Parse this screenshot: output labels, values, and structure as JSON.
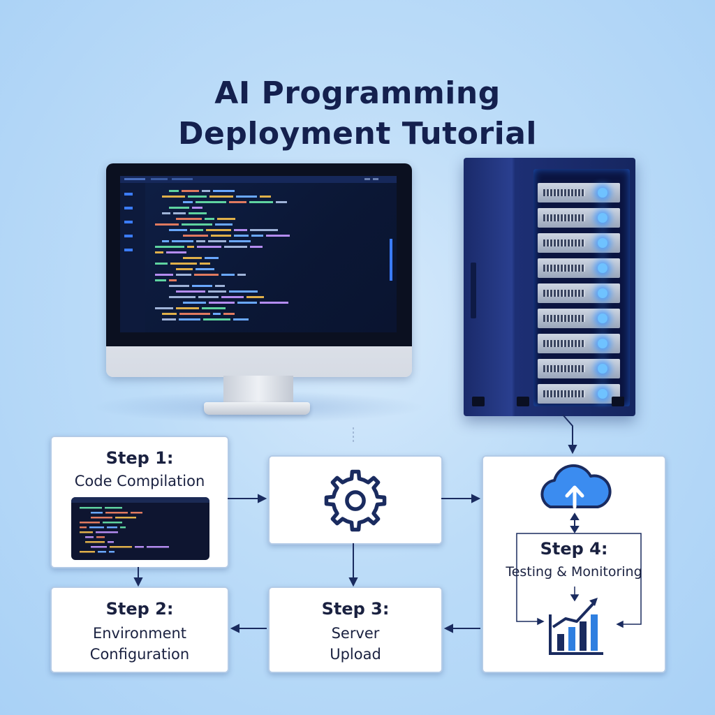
{
  "title": {
    "line1": "AI Programming",
    "line2": "Deployment Tutorial"
  },
  "steps": {
    "step1": {
      "label": "Step 1:",
      "text": "Code Compilation"
    },
    "step2": {
      "label": "Step 2:",
      "line1": "Environment",
      "line2": "Configuration"
    },
    "step3": {
      "label": "Step 3:",
      "line1": "Server",
      "line2": "Upload"
    },
    "step4": {
      "label": "Step 4:",
      "text": "Testing & Monitoring"
    }
  },
  "icons": {
    "gear": "gear-icon",
    "cloud": "cloud-upload-icon",
    "chart": "bar-chart-icon"
  },
  "colors": {
    "title": "#14204e",
    "accent_blue": "#2f7fe0",
    "navy": "#1a2b5f",
    "led": "#6fc2ff"
  }
}
